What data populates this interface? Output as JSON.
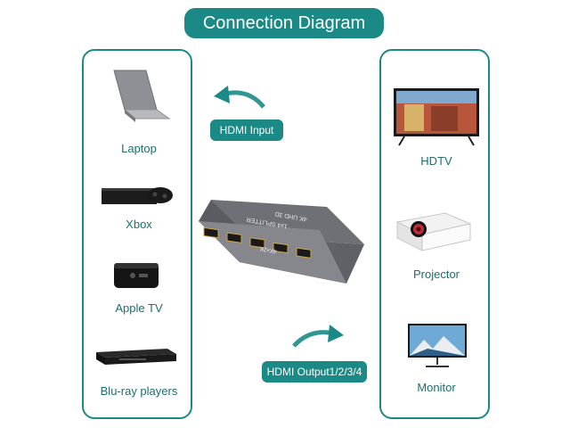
{
  "title": "Connection Diagram",
  "inputs": [
    {
      "label": "Laptop",
      "icon": "laptop-icon"
    },
    {
      "label": "Xbox",
      "icon": "xbox-console-icon"
    },
    {
      "label": "Apple TV",
      "icon": "apple-tv-icon"
    },
    {
      "label": "Blu-ray players",
      "icon": "bluray-player-icon"
    }
  ],
  "outputs": [
    {
      "label": "HDTV",
      "icon": "hdtv-icon"
    },
    {
      "label": "Projector",
      "icon": "projector-icon"
    },
    {
      "label": "Monitor",
      "icon": "monitor-icon"
    }
  ],
  "badges": {
    "input": "HDMI Input",
    "output": "HDMI Output1/2/3/4"
  },
  "splitter": {
    "brand": "4K•2K",
    "name": "1x4 SPLITTER",
    "spec": "4K UHD 3D"
  },
  "colors": {
    "accent": "#1b8a86",
    "label_text": "#1b6f6c",
    "device_body": "#8a8c90"
  }
}
